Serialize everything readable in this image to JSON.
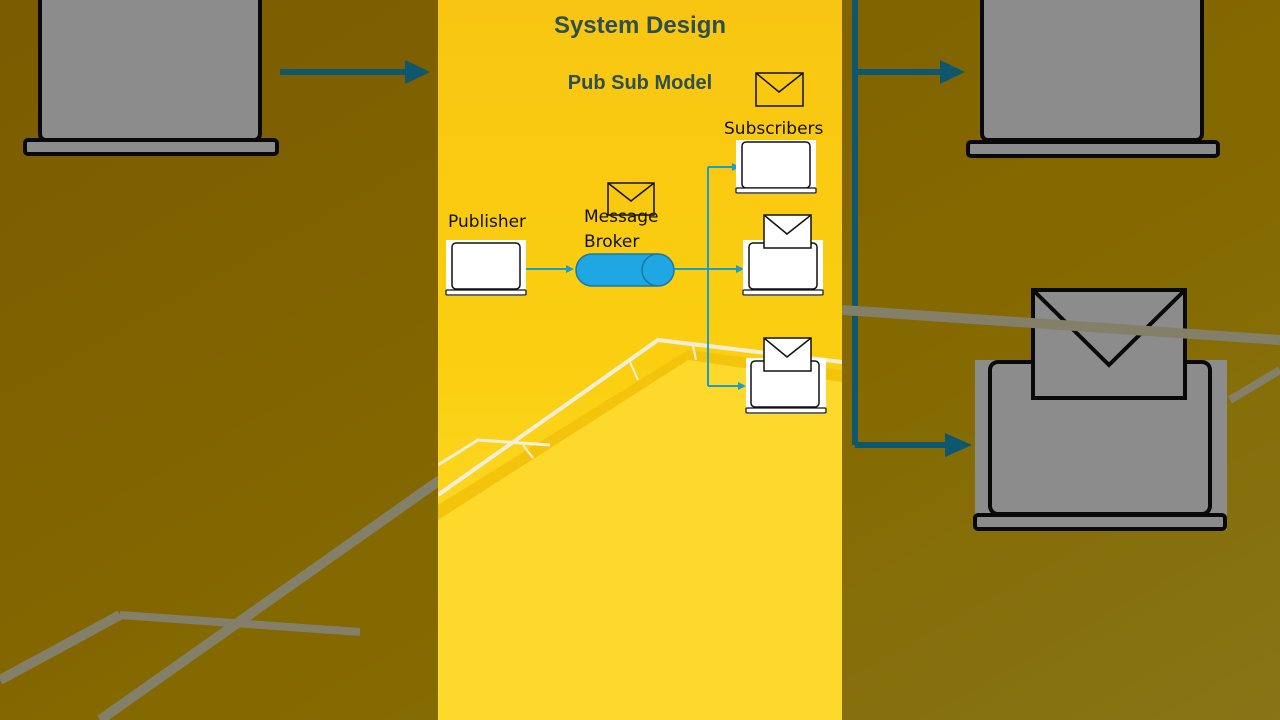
{
  "video": {
    "title": "System Design",
    "subtitle": "Pub Sub Model"
  },
  "diagram": {
    "publisher_label": "Publisher",
    "broker_label_line1": "Message",
    "broker_label_line2": "Broker",
    "subscribers_label": "Subscribers",
    "subscriber_count": 3,
    "arrow_color": "#1b9fc8",
    "broker_color": "#1ea7e2"
  },
  "colors": {
    "background_yellow": "#f8c612",
    "title_color": "#2f4f4f"
  }
}
